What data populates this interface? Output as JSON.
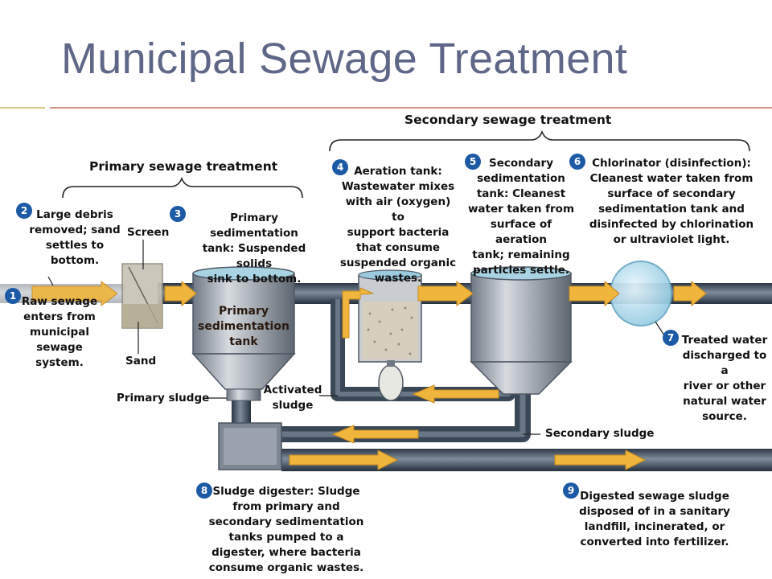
{
  "title": "Municipal Sewage Treatment",
  "headers": {
    "primary": "Primary sewage treatment",
    "secondary": "Secondary sewage treatment"
  },
  "steps": [
    {
      "n": "1",
      "text": "Raw sewage\nenters from\nmunicipal\nsewage system."
    },
    {
      "n": "2",
      "text": "Large debris\nremoved; sand\nsettles to bottom."
    },
    {
      "n": "3",
      "text": "Primary sedimentation\ntank: Suspended solids\nsink to bottom."
    },
    {
      "n": "4",
      "text": "Aeration tank:\nWastewater mixes\nwith air (oxygen) to\nsupport bacteria\nthat consume\nsuspended organic\nwastes."
    },
    {
      "n": "5",
      "text": "Secondary\nsedimentation\ntank: Cleanest\nwater taken from\nsurface of aeration\ntank; remaining\nparticles settle."
    },
    {
      "n": "6",
      "text": "Chlorinator (disinfection):\nCleanest water taken from\nsurface of secondary\nsedimentation tank and\ndisinfected by chlorination\nor ultraviolet light."
    },
    {
      "n": "7",
      "text": "Treated water\ndischarged to a\nriver or other\nnatural water\nsource."
    },
    {
      "n": "8",
      "text": "Sludge digester: Sludge\nfrom primary and\nsecondary sedimentation\ntanks pumped to a\ndigester, where bacteria\nconsume organic wastes."
    },
    {
      "n": "9",
      "text": "Digested sewage sludge\ndisposed of in a sanitary\nlandfill, incinerated, or\nconverted into fertilizer."
    }
  ],
  "labels": {
    "screen": "Screen",
    "sand": "Sand",
    "primary_sludge": "Primary sludge",
    "activated_sludge": "Activated\nsludge",
    "secondary_sludge": "Secondary sludge",
    "primary_tank": "Primary\nsedimentation\ntank"
  },
  "colors": {
    "title": "#5f6788",
    "badge": "#1c5aa6",
    "arrow": "#f0b53c",
    "pipe": "#3c4a5a",
    "rule": "#c06a55"
  }
}
